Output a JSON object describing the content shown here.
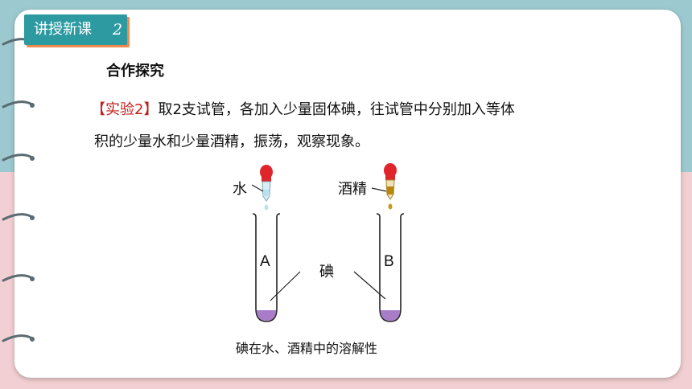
{
  "section_tag": {
    "text": "讲授新课",
    "number": "2"
  },
  "heading": "合作探究",
  "experiment": {
    "label": "【实验2】",
    "line1": "取2支试管，各加入少量固体碘，往试管中分别加入等体",
    "line2": "积的少量水和少量酒精，振荡，观察现象。"
  },
  "figure": {
    "label_water": "水",
    "label_alcohol": "酒精",
    "tube_a": "A",
    "tube_b": "B",
    "label_iodine": "碘",
    "caption": "碘在水、酒精中的溶解性"
  },
  "colors": {
    "accent_teal": "#2d9aa1",
    "accent_orange": "#ee8a4b",
    "label_red": "#c0201d",
    "iodine_purple": "#a87cc6",
    "dropper_red": "#e0242c",
    "alcohol_brown": "#b7860b"
  }
}
